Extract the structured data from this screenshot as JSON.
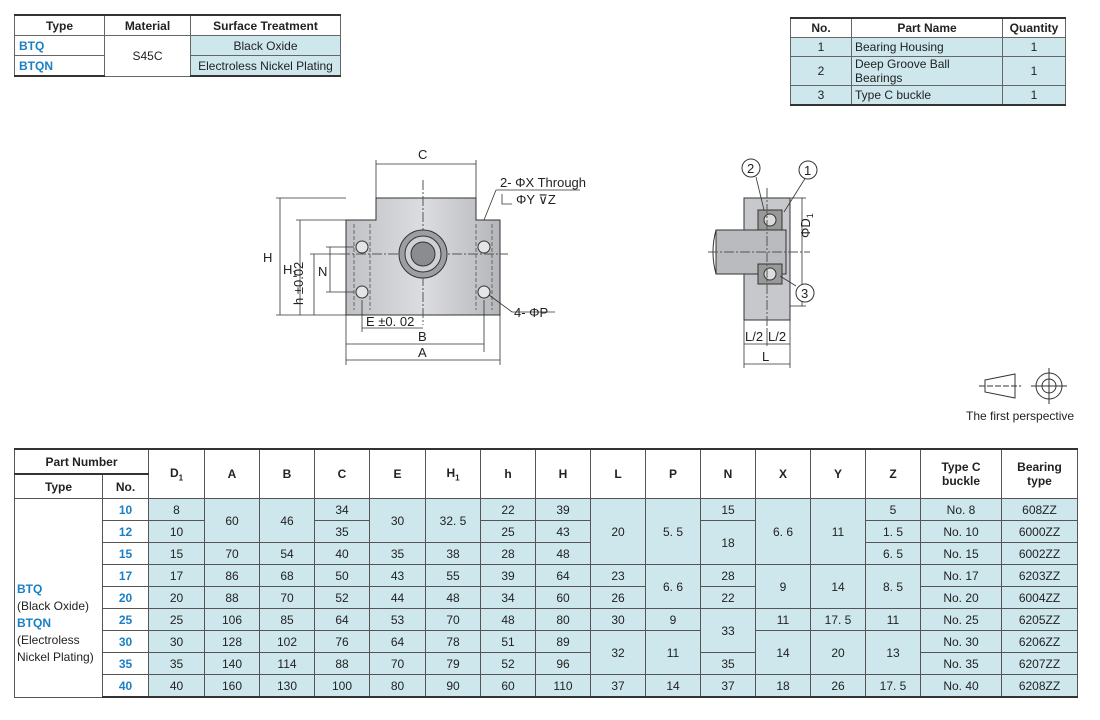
{
  "material_table": {
    "headers": [
      "Type",
      "Material",
      "Surface Treatment"
    ],
    "types": [
      "BTQ",
      "BTQN"
    ],
    "material": "S45C",
    "treatments": [
      "Black Oxide",
      "Electroless Nickel Plating"
    ]
  },
  "parts_table": {
    "headers": [
      "No.",
      "Part Name",
      "Quantity"
    ],
    "rows": [
      [
        "1",
        "Bearing Housing",
        "1"
      ],
      [
        "2",
        "Deep Groove Ball Bearings",
        "1"
      ],
      [
        "3",
        "Type C buckle",
        "1"
      ]
    ]
  },
  "drawing": {
    "dim_C": "C",
    "dim_H": "H",
    "dim_H1": "H",
    "dim_H1_sub": "1",
    "dim_h": "h ±0.02",
    "dim_N": "N",
    "through_label": "2- ΦX Through",
    "counterbore_label": "ΦY ⊽Z",
    "hole_label": "4- ΦP",
    "dim_E": "E ±0. 02",
    "dim_B": "B",
    "dim_A": "A",
    "callout_1": "1",
    "callout_2": "2",
    "callout_3": "3",
    "dim_D1": "ΦD",
    "dim_D1_sub": "1",
    "dim_L2": "L/2",
    "dim_L": "L",
    "perspective_caption": "The first perspective"
  },
  "dimension_table": {
    "part_number_label": "Part Number",
    "type_label": "Type",
    "no_label": "No.",
    "columns": [
      "D",
      "A",
      "B",
      "C",
      "E",
      "H",
      "h",
      "H",
      "L",
      "P",
      "N",
      "X",
      "Y",
      "Z",
      "Type C buckle",
      "Bearing type"
    ],
    "col_subscripts": {
      "D": "1",
      "H1": "1"
    },
    "type_text": {
      "btq": "BTQ",
      "btq_desc": "(Black Oxide)",
      "btqn": "BTQN",
      "btqn_desc1": "(Electroless",
      "btqn_desc2": "Nickel Plating)"
    },
    "nos": [
      "10",
      "12",
      "15",
      "17",
      "20",
      "25",
      "30",
      "35",
      "40"
    ],
    "D1": [
      "8",
      "10",
      "15",
      "17",
      "20",
      "25",
      "30",
      "35",
      "40"
    ],
    "A": [
      "60",
      "70",
      "86",
      "88",
      "106",
      "128",
      "140",
      "160"
    ],
    "B": [
      "46",
      "54",
      "68",
      "70",
      "85",
      "102",
      "114",
      "130"
    ],
    "C": [
      "34",
      "35",
      "40",
      "50",
      "52",
      "64",
      "76",
      "88",
      "100"
    ],
    "E": [
      "30",
      "35",
      "43",
      "44",
      "53",
      "64",
      "70",
      "80"
    ],
    "H1": [
      "32. 5",
      "38",
      "55",
      "48",
      "70",
      "78",
      "79",
      "90"
    ],
    "h": [
      "22",
      "25",
      "28",
      "39",
      "34",
      "48",
      "51",
      "52",
      "60"
    ],
    "H": [
      "39",
      "43",
      "48",
      "64",
      "60",
      "80",
      "89",
      "96",
      "110"
    ],
    "L": [
      "20",
      "23",
      "26",
      "30",
      "32",
      "37"
    ],
    "P": [
      "5. 5",
      "6. 6",
      "9",
      "11",
      "14"
    ],
    "N": [
      "15",
      "18",
      "28",
      "22",
      "33",
      "35",
      "37"
    ],
    "X": [
      "6. 6",
      "9",
      "11",
      "14",
      "18"
    ],
    "Y": [
      "11",
      "14",
      "17. 5",
      "20",
      "26"
    ],
    "Z": [
      "5",
      "1. 5",
      "6. 5",
      "8. 5",
      "11",
      "13",
      "17. 5"
    ],
    "buckle": [
      "No.  8",
      "No. 10",
      "No. 15",
      "No. 17",
      "No. 20",
      "No. 25",
      "No. 30",
      "No. 35",
      "No. 40"
    ],
    "bearing": [
      "608ZZ",
      "6000ZZ",
      "6002ZZ",
      "6203ZZ",
      "6004ZZ",
      "6205ZZ",
      "6206ZZ",
      "6207ZZ",
      "6208ZZ"
    ]
  }
}
